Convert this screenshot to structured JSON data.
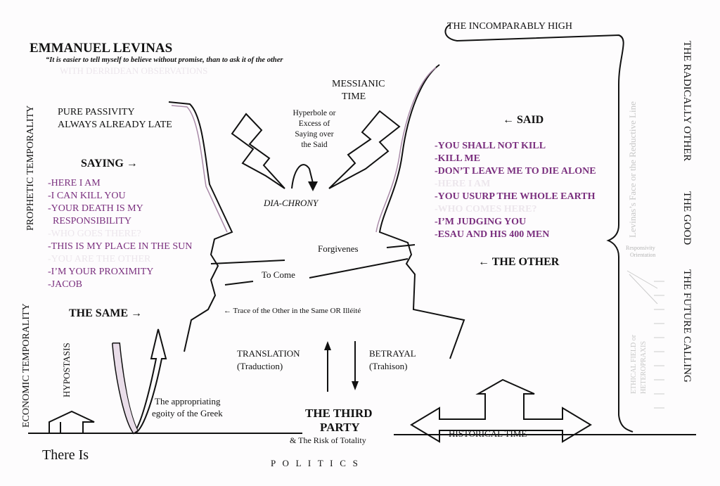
{
  "header": {
    "title": "EMMANUEL LEVINAS",
    "quote": "“It is easier to tell myself to believe without promise, than to ask it of the other",
    "faint_subtitle": "WITH DERRIDEAN OBSERVATIONS"
  },
  "top": {
    "incomparably_high": "THE INCOMPARABLY HIGH",
    "messianic": "MESSIANIC",
    "time": "TIME",
    "hyperbole": [
      "Hyperbole or",
      "Excess of",
      "Saying over",
      "the Said"
    ],
    "diachrony": "DIA-CHRONY"
  },
  "left": {
    "prophetic": "PROPHETIC TEMPORALITY",
    "economic": "ECONOMIC TEMPORALITY",
    "hypostasis": "HYPOSTASIS",
    "pure_passivity": "PURE PASSIVITY",
    "always_late": "ALWAYS ALREADY LATE",
    "saying": "SAYING →",
    "same": "THE SAME →",
    "there_is": "There Is",
    "appropriating": "The appropriating",
    "egoity": "egoity of the Greek",
    "list": [
      "-HERE I AM",
      "-I CAN KILL YOU",
      "-YOUR DEATH IS MY",
      "  RESPONSIBILITY",
      "-WHO GOES THERE?",
      "-THIS IS MY PLACE IN THE SUN",
      "-YOU ARE THE OTHER",
      "-I’M YOUR PROXIMITY",
      "-JACOB"
    ]
  },
  "center": {
    "forgiveness": "Forgivenes",
    "to_come": "To Come",
    "trace": "← Trace of the Other in the Same OR Illéité",
    "translation": "TRANSLATION",
    "traduction": "(Traduction)",
    "betrayal": "BETRAYAL",
    "trahison": "(Trahison)",
    "third": "THE THIRD",
    "party": "PARTY",
    "risk": "& The Risk of Totality",
    "politics": "P   O   L   I   T   I   C   S",
    "historical": "HISTORICAL TIME"
  },
  "right": {
    "said": "← SAID",
    "other": "← THE OTHER",
    "list": [
      "-YOU SHALL NOT KILL",
      "-KILL ME",
      "-DON’T LEAVE ME TO DIE ALONE",
      "-HERE I AM",
      "-YOU USURP THE WHOLE EARTH",
      "-WHO COMES HERE?",
      "-I’M JUDGING YOU",
      "-ESAU AND HIS 400 MEN"
    ],
    "radically_other": "THE RADICALLY OTHER",
    "good": "THE GOOD",
    "future": "THE FUTURE CALLING",
    "face_line": "Levinas’s Face or the Reductive Line",
    "responsivity": "Responsivity",
    "orientation": "Orientation",
    "ethical1": "ETHICAL FIELD or",
    "ethical2": "HETEROPRAXIS"
  },
  "colors": {
    "purple": "#7a2f7e",
    "pink": "#e9dde9"
  }
}
